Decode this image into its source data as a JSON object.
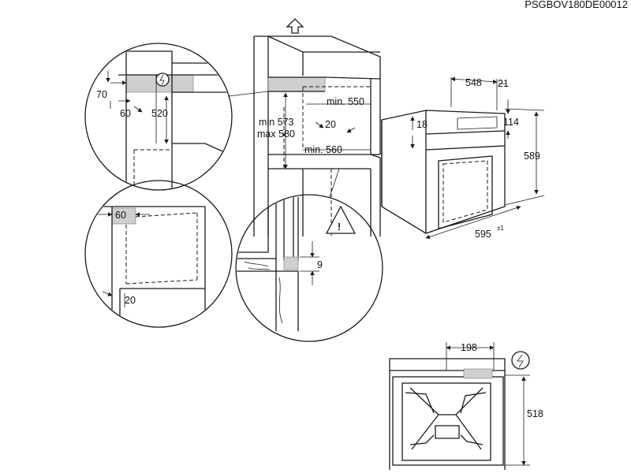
{
  "document_code": "PSGBOV180DE00012",
  "detail_top": {
    "d70": "70",
    "d60": "60",
    "d520": "520"
  },
  "cabinet": {
    "min_height_label": "min 573",
    "max_height_label": "max 580",
    "min_width_label": "min. 550",
    "min_depth_label": "min. 560",
    "gap_label": "20"
  },
  "oven": {
    "depth": "548",
    "front": "21",
    "top_offset": "18",
    "panel_height": "114",
    "height": "589",
    "width": "595",
    "width_tol": "±1"
  },
  "detail_left": {
    "d60": "60",
    "d20": "20"
  },
  "detail_warning": {
    "d9": "9",
    "warning_symbol": "warning-triangle",
    "label": "!"
  },
  "bottom_view": {
    "d198": "198",
    "d518": "518"
  },
  "icons": {
    "power": "electrical-connection-icon",
    "arrow": "arrow-up-icon"
  }
}
